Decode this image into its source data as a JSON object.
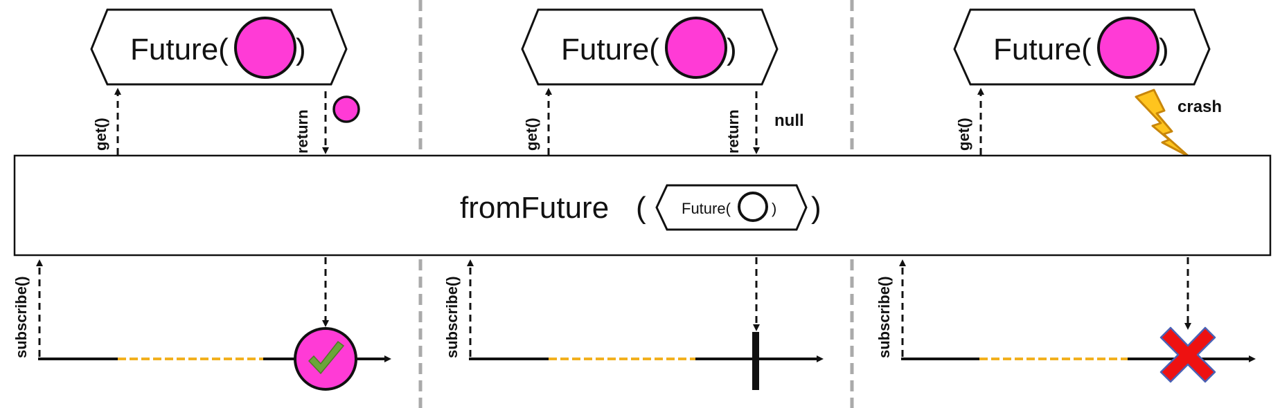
{
  "panels": [
    {
      "future_label": "Future(",
      "future_close": ")",
      "get_label": "get()",
      "return_label": "return",
      "subscribe_label": "subscribe()",
      "emission": "pink-marble",
      "outcome": "complete-with-value",
      "outcome_icon": "checkmark-icon"
    },
    {
      "future_label": "Future(",
      "future_close": ")",
      "get_label": "get()",
      "return_label": "return",
      "return_value_text": "null",
      "subscribe_label": "subscribe()",
      "outcome": "complete-empty",
      "outcome_icon": "completion-bar-icon"
    },
    {
      "future_label": "Future(",
      "future_close": ")",
      "get_label": "get()",
      "crash_label": "crash",
      "subscribe_label": "subscribe()",
      "outcome": "error",
      "outcome_icon": "error-x-icon"
    }
  ],
  "operator": {
    "name": "fromFuture",
    "open_paren": "(",
    "close_paren": ")",
    "inner_future_label": "Future(",
    "inner_future_close": ")"
  },
  "colors": {
    "marble": "#ff3bd6",
    "pending_dash": "#f2b01e",
    "check": "#6ba53a",
    "error_x": "#ee1111",
    "lightning": "#ffc41e",
    "divider": "#aaaaaa"
  }
}
